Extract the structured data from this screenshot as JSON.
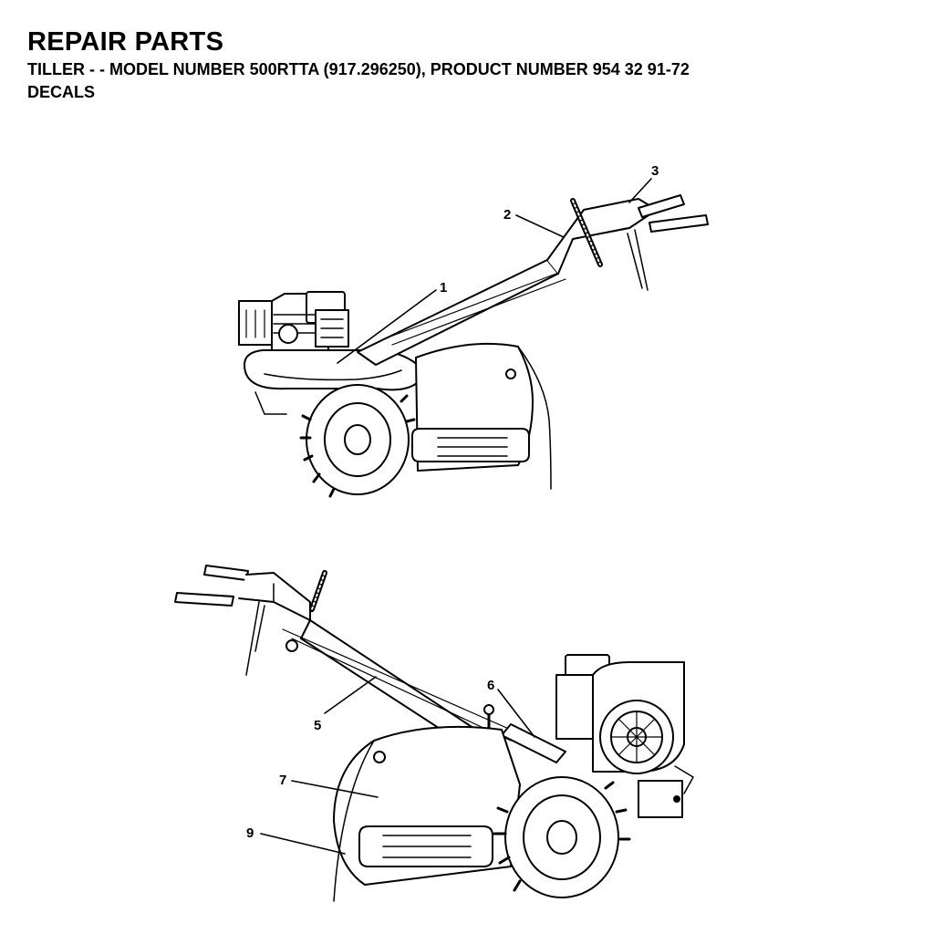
{
  "header": {
    "title": "REPAIR PARTS",
    "subtitle": " TILLER - - MODEL NUMBER 500RTTA (917.296250), PRODUCT NUMBER 954 32 91-72",
    "section": "DECALS"
  },
  "callouts": {
    "c1": "1",
    "c2": "2",
    "c3": "3",
    "c5": "5",
    "c6": "6",
    "c7": "7",
    "c9": "9"
  }
}
